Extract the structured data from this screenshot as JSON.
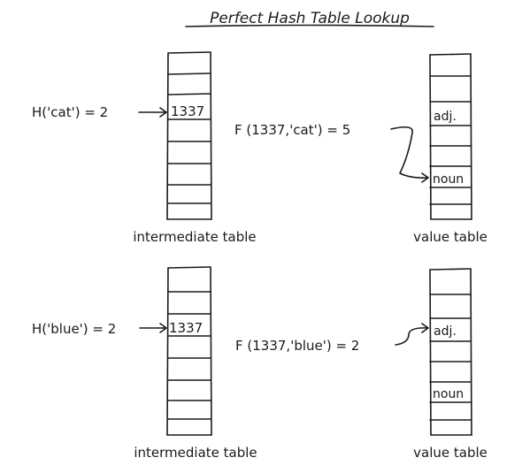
{
  "title": "Perfect Hash Table Lookup",
  "examples": [
    {
      "hash_expr": "H('cat') = 2",
      "intermediate_value": "1337",
      "intermediate_label": "intermediate table",
      "f_expr": "F (1337,'cat') = 5",
      "value_table_label": "value table",
      "value_cells": [
        "",
        "",
        "adj.",
        "",
        "",
        "noun",
        "",
        ""
      ]
    },
    {
      "hash_expr": "H('blue') = 2",
      "intermediate_value": "1337",
      "intermediate_label": "intermediate table",
      "f_expr": "F (1337,'blue') = 2",
      "value_table_label": "value table",
      "value_cells": [
        "",
        "",
        "adj.",
        "",
        "",
        "noun",
        "",
        ""
      ]
    }
  ]
}
